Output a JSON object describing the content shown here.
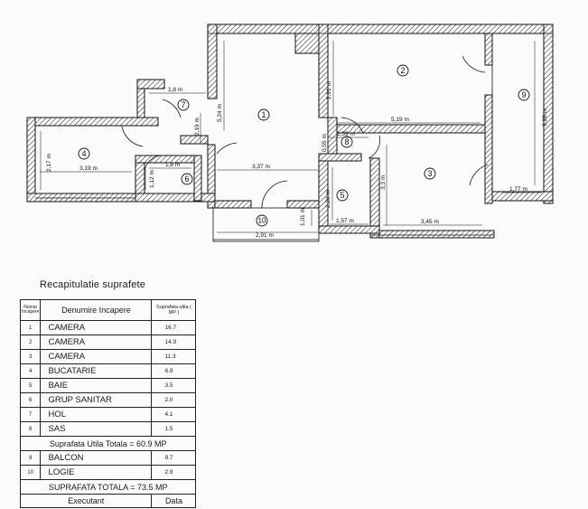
{
  "plan": {
    "rooms": [
      {
        "number": "1"
      },
      {
        "number": "2"
      },
      {
        "number": "3"
      },
      {
        "number": "4"
      },
      {
        "number": "5"
      },
      {
        "number": "6"
      },
      {
        "number": "7"
      },
      {
        "number": "8"
      },
      {
        "number": "9"
      },
      {
        "number": "10"
      }
    ],
    "dimensions": {
      "d_1_8": "1,8 m",
      "d_5_24": "5,24 m",
      "d_2_19": "2,19 m",
      "d_2_91_top": "2,91 m",
      "d_5_19": "5,19 m",
      "d_3_28": "3,28 m",
      "d_1_59": "1,59 m",
      "d_0_55": "0,55 m",
      "d_2_17": "2,17 m",
      "d_3_19": "3,19 m",
      "d_1_8b": "1,8 m",
      "d_1_12": "1,12 m",
      "d_3_37": "3,37 m",
      "d_3_3": "3,3 m",
      "d_1_77": "1,77 m",
      "d_2_23": "2,23 m",
      "d_1_57": "1,57 m",
      "d_3_45": "3,45 m",
      "d_1_01": "1,01 m",
      "d_2_91_bottom": "2,91 m"
    }
  },
  "summary": {
    "title": "Recapitulatie suprafete",
    "header": {
      "number": "Numar Incapere",
      "name": "Denumire Incapere",
      "area": "Suprafata utila ( MP )"
    },
    "rooms": [
      {
        "nr": "1",
        "name": "CAMERA",
        "area": "16.7"
      },
      {
        "nr": "2",
        "name": "CAMERA",
        "area": "14.9"
      },
      {
        "nr": "3",
        "name": "CAMERA",
        "area": "11.3"
      },
      {
        "nr": "4",
        "name": "BUCATARIE",
        "area": "6.9"
      },
      {
        "nr": "5",
        "name": "BAIE",
        "area": "3.5"
      },
      {
        "nr": "6",
        "name": "GRUP SANITAR",
        "area": "2.0"
      },
      {
        "nr": "7",
        "name": "HOL",
        "area": "4.1"
      },
      {
        "nr": "8",
        "name": "SAS",
        "area": "1.5"
      }
    ],
    "useful_total": "Suprafata Utila Totala = 60.9 MP",
    "extras": [
      {
        "nr": "9",
        "name": "BALCON",
        "area": "9.7"
      },
      {
        "nr": "10",
        "name": "LOGIE",
        "area": "2.9"
      }
    ],
    "grand_total": "SUPRAFATA TOTALA = 73.5 MP",
    "executant": "Executant",
    "date": "Data"
  }
}
